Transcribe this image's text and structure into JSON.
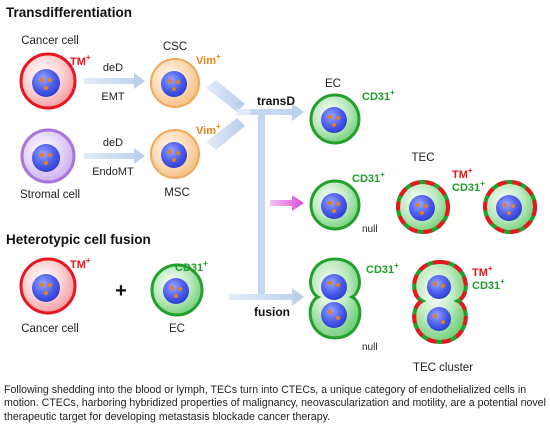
{
  "sections": {
    "transdifferentiation": "Transdifferentiation",
    "fusion": "Heterotypic cell fusion"
  },
  "cells": {
    "cancer_cell_top": "Cancer cell",
    "stromal_cell": "Stromal cell",
    "csc": "CSC",
    "msc": "MSC",
    "ec_top": "EC",
    "tec": "TEC",
    "cancer_cell_bottom": "Cancer cell",
    "ec_bottom": "EC",
    "tec_cluster": "TEC cluster"
  },
  "markers": {
    "tm": "TM",
    "vim": "Vim",
    "cd31": "CD31",
    "plus_sign": "+"
  },
  "arrows": {
    "ded_1": "deD",
    "emt": "EMT",
    "ded_2": "deD",
    "endomt": "EndoMT",
    "transd": "transD",
    "fusion": "fusion"
  },
  "misc": {
    "null_1": "null",
    "null_2": "null",
    "plus": "+"
  },
  "caption": "Following shedding into the blood or lymph, TECs turn into CTECs, a unique category of endothelialized cells in motion. CTECs, harboring hybridized properties of malignancy, neovascularization and motility, are a potential novel therapeutic target for developing metastasis blockade cancer therapy.",
  "colors": {
    "cancer_red": "#e8171f",
    "stromal_purple": "#a874d8",
    "stem_orange": "#f2a85a",
    "endothelial_green": "#22a02c",
    "nucleus_blue": "#3a4fe0",
    "arrow_blue": "#c5d7f0",
    "arrow_magenta": "#d94bd6"
  }
}
